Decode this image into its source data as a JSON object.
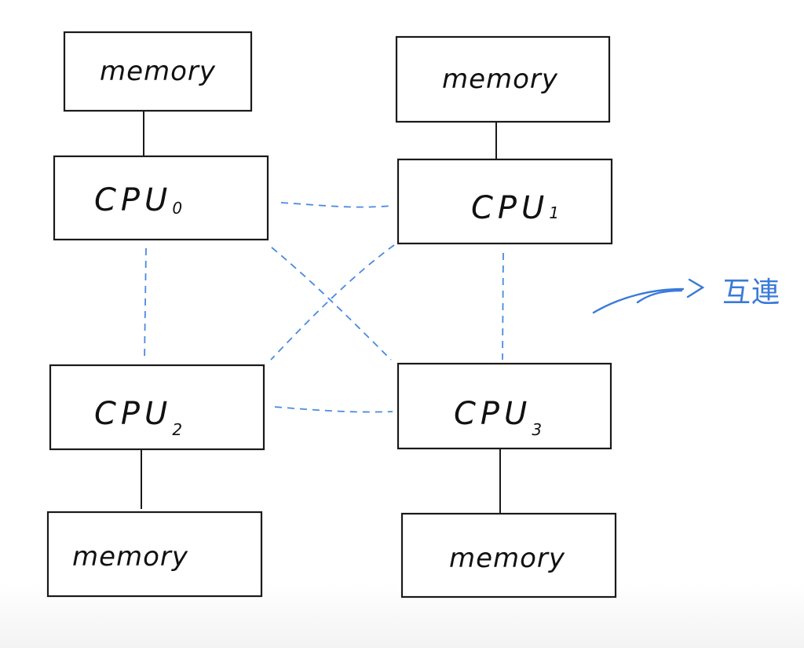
{
  "diagram": {
    "type": "numa-topology",
    "nodes": [
      {
        "id": "mem0",
        "kind": "memory",
        "label": "memory"
      },
      {
        "id": "mem1",
        "kind": "memory",
        "label": "memory"
      },
      {
        "id": "cpu0",
        "kind": "cpu",
        "label": "CPU",
        "subscript": "0"
      },
      {
        "id": "cpu1",
        "kind": "cpu",
        "label": "CPU",
        "subscript": "1"
      },
      {
        "id": "cpu2",
        "kind": "cpu",
        "label": "CPU",
        "subscript": "2"
      },
      {
        "id": "cpu3",
        "kind": "cpu",
        "label": "CPU",
        "subscript": "3"
      },
      {
        "id": "mem2",
        "kind": "memory",
        "label": "memory"
      },
      {
        "id": "mem3",
        "kind": "memory",
        "label": "memory"
      }
    ],
    "edges": [
      {
        "from": "mem0",
        "to": "cpu0",
        "style": "solid"
      },
      {
        "from": "mem1",
        "to": "cpu1",
        "style": "solid"
      },
      {
        "from": "cpu2",
        "to": "mem2",
        "style": "solid"
      },
      {
        "from": "cpu3",
        "to": "mem3",
        "style": "solid"
      },
      {
        "from": "cpu0",
        "to": "cpu1",
        "style": "dashed"
      },
      {
        "from": "cpu0",
        "to": "cpu2",
        "style": "dashed"
      },
      {
        "from": "cpu0",
        "to": "cpu3",
        "style": "dashed"
      },
      {
        "from": "cpu1",
        "to": "cpu2",
        "style": "dashed"
      },
      {
        "from": "cpu1",
        "to": "cpu3",
        "style": "dashed"
      },
      {
        "from": "cpu2",
        "to": "cpu3",
        "style": "dashed"
      }
    ],
    "annotation": {
      "text": "互連",
      "meaning": "interconnect",
      "refers_to": "dashed"
    },
    "colors": {
      "ink": "#1a1a1a",
      "interconnect": "#4a8ae0"
    }
  }
}
